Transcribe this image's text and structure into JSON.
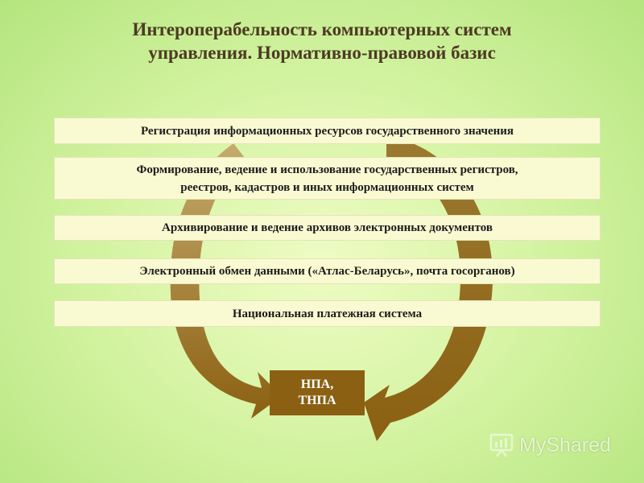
{
  "slide": {
    "title_line1": "Интероперабельность компьютерных систем",
    "title_line2": "управления. Нормативно-правовой базис"
  },
  "items": [
    {
      "line1": "Регистрация информационных ресурсов государственного значения",
      "line2": ""
    },
    {
      "line1": "Формирование, ведение и использование государственных регистров,",
      "line2": "реестров, кадастров и иных информационных систем"
    },
    {
      "line1": "Архивирование и ведение архивов электронных документов",
      "line2": ""
    },
    {
      "line1": "Электронный обмен данными («Атлас-Беларусь», почта госорганов)",
      "line2": ""
    },
    {
      "line1": "Национальная платежная система",
      "line2": ""
    }
  ],
  "center_box": {
    "line1": "НПА,",
    "line2": "ТНПА"
  },
  "watermark": {
    "text": "MyShared",
    "icon": "myshared-logo-icon"
  },
  "colors": {
    "title": "#4d3a24",
    "arrow_light": "#b89a5a",
    "arrow_dark": "#8b6012",
    "band": "#fafad2",
    "background": "#d6f4a4"
  }
}
